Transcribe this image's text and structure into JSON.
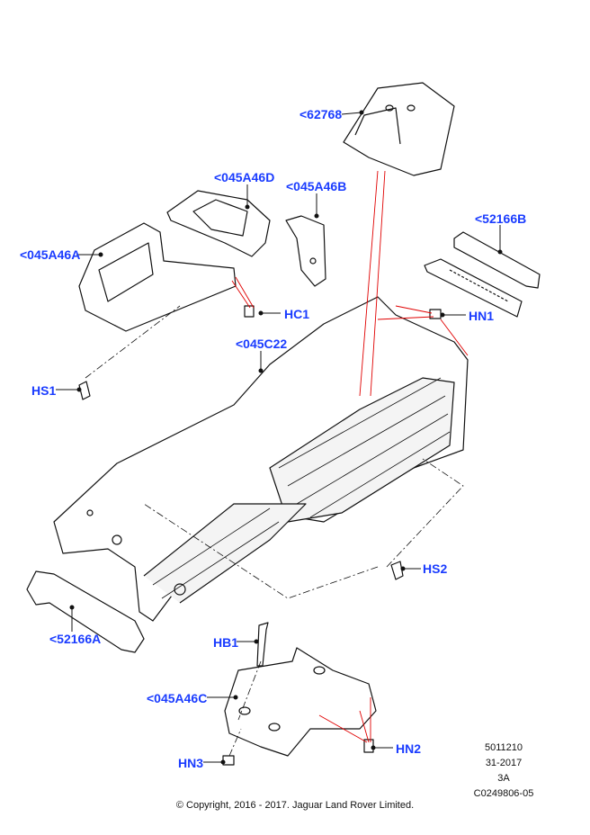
{
  "callouts": {
    "c62768": "<62768",
    "c045A46D": "<045A46D",
    "c045A46B": "<045A46B",
    "c52166B": "<52166B",
    "c045A46A": "<045A46A",
    "HC1": "HC1",
    "HN1": "HN1",
    "c045C22": "<045C22",
    "HS1": "HS1",
    "HS2": "HS2",
    "c52166A": "<52166A",
    "HB1": "HB1",
    "c045A46C": "<045A46C",
    "HN2": "HN2",
    "HN3": "HN3"
  },
  "reference": {
    "number": "5011210",
    "date": "31-2017",
    "revision": "3A",
    "code": "C0249806-05"
  },
  "copyright": "© Copyright, 2016 - 2017. Jaguar Land Rover Limited.",
  "colors": {
    "callout": "#1a3cff",
    "leader_red": "#e00000"
  }
}
